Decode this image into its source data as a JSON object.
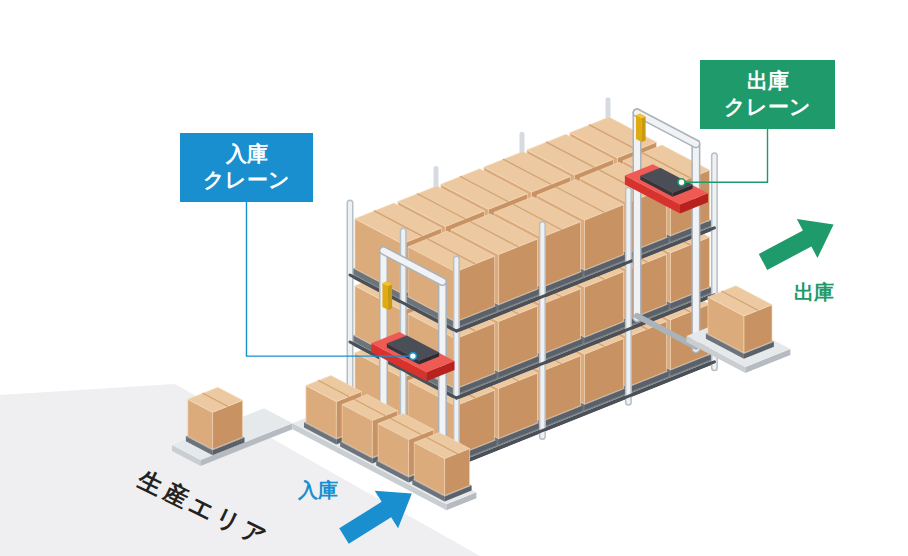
{
  "diagram": {
    "nodes": [
      {
        "text": [
          "出庫 クレーン"
        ]
      },
      {
        "text": [
          "入庫 クレーン"
        ]
      }
    ],
    "labels": [
      "入庫",
      "出庫",
      "生産エリア"
    ]
  }
}
